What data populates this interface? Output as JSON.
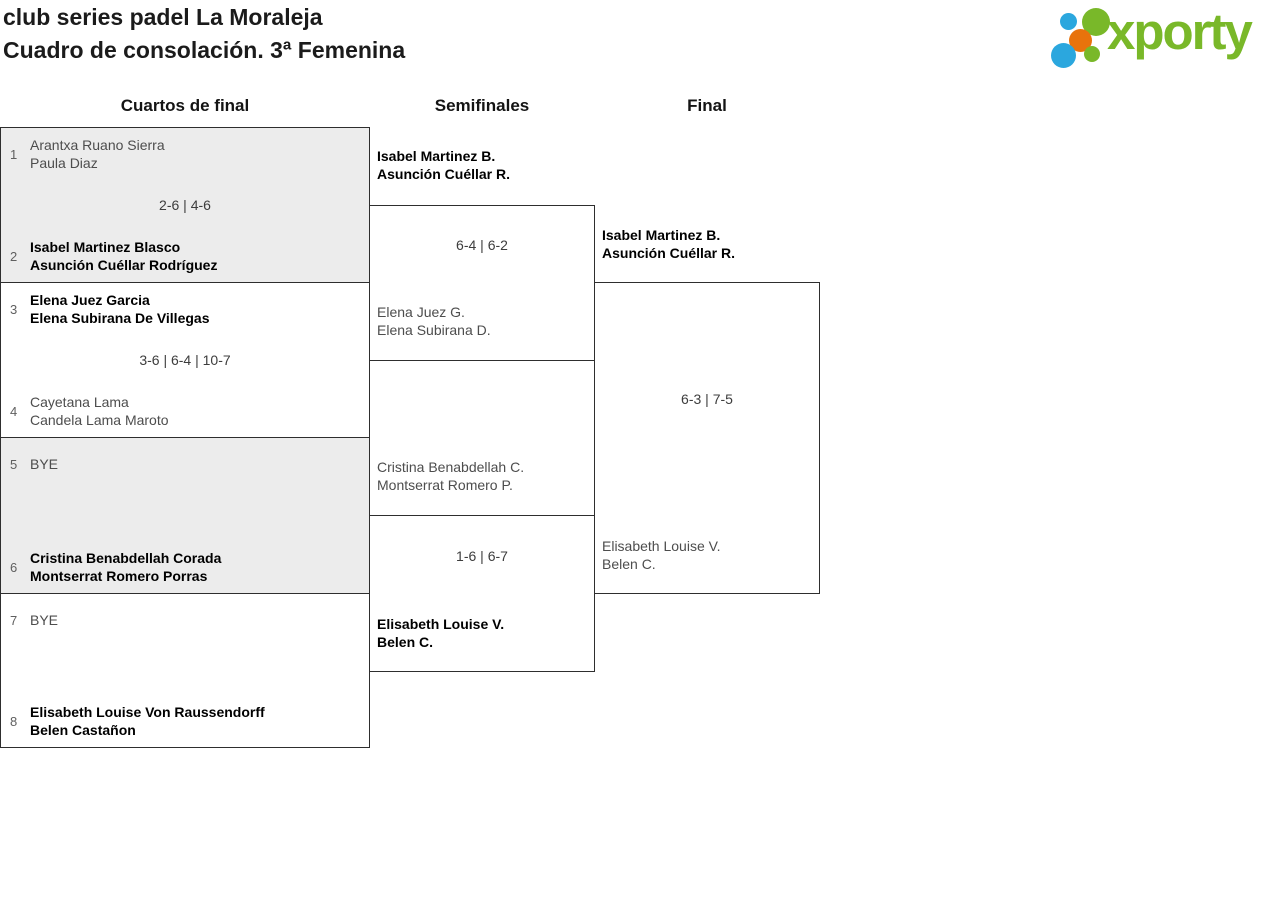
{
  "header": {
    "title_line1": "club series padel La Moraleja",
    "title_line2": "Cuadro de consolación. 3ª Femenina",
    "logo_text": "xporty",
    "brand_colors": {
      "green": "#79b829",
      "blue": "#2ba7de",
      "orange": "#e8730c"
    },
    "shaded_row_color": "#ececec"
  },
  "rounds": [
    {
      "label": "Cuartos de final"
    },
    {
      "label": "Semifinales"
    },
    {
      "label": "Final"
    }
  ],
  "quarterfinals": [
    {
      "team_a": {
        "seed": "1",
        "line1": "Arantxa Ruano Sierra",
        "line2": "Paula Diaz",
        "winner": false
      },
      "score": "2-6 | 4-6",
      "team_b": {
        "seed": "2",
        "line1": "Isabel Martinez Blasco",
        "line2": "Asunción Cuéllar Rodríguez",
        "winner": true
      }
    },
    {
      "team_a": {
        "seed": "3",
        "line1": "Elena Juez Garcia",
        "line2": "Elena Subirana De Villegas",
        "winner": true
      },
      "score": "3-6 | 6-4 | 10-7",
      "team_b": {
        "seed": "4",
        "line1": "Cayetana Lama",
        "line2": "Candela Lama Maroto",
        "winner": false
      }
    },
    {
      "team_a": {
        "seed": "5",
        "line1": "BYE",
        "line2": "",
        "winner": false
      },
      "score": "",
      "team_b": {
        "seed": "6",
        "line1": "Cristina Benabdellah Corada",
        "line2": "Montserrat Romero Porras",
        "winner": true
      }
    },
    {
      "team_a": {
        "seed": "7",
        "line1": "BYE",
        "line2": "",
        "winner": false
      },
      "score": "",
      "team_b": {
        "seed": "8",
        "line1": "Elisabeth Louise Von Raussendorff",
        "line2": "Belen Castañon",
        "winner": true
      }
    }
  ],
  "semifinals": [
    {
      "team_a": {
        "line1": "Isabel Martinez B.",
        "line2": "Asunción Cuéllar R.",
        "winner": true
      },
      "score": "6-4 | 6-2",
      "team_b": {
        "line1": "Elena Juez G.",
        "line2": "Elena Subirana D.",
        "winner": false
      }
    },
    {
      "team_a": {
        "line1": "Cristina Benabdellah C.",
        "line2": "Montserrat Romero P.",
        "winner": false
      },
      "score": "1-6 | 6-7",
      "team_b": {
        "line1": "Elisabeth Louise V.",
        "line2": "Belen C.",
        "winner": true
      }
    }
  ],
  "final": {
    "team_a": {
      "line1": "Isabel Martinez B.",
      "line2": "Asunción Cuéllar R.",
      "winner": true
    },
    "score": "6-3 | 7-5",
    "team_b": {
      "line1": "Elisabeth Louise V.",
      "line2": "Belen C.",
      "winner": false
    }
  }
}
